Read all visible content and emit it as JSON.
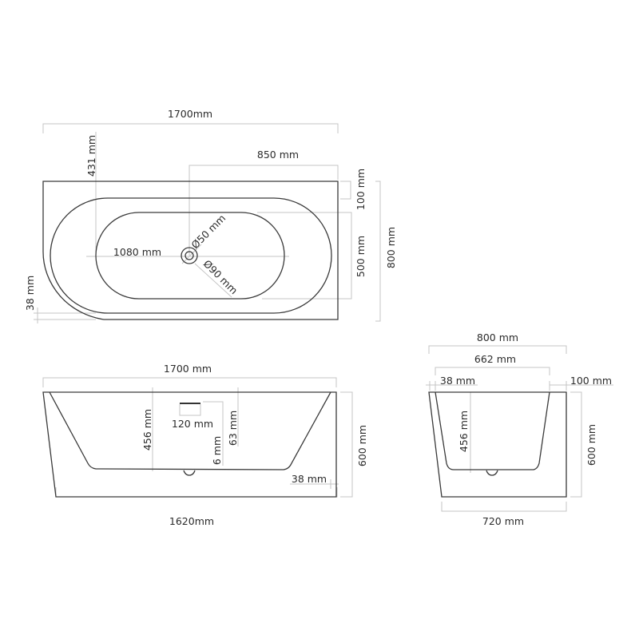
{
  "top_view": {
    "total_length": "1700mm",
    "drain_offset": "850 mm",
    "inner_length": "1080 mm",
    "top_offset": "431 mm",
    "rim_width": "100 mm",
    "inner_width": "500 mm",
    "total_width": "800 mm",
    "corner_radius_offset": "38 mm",
    "drain_small_diameter": "Ø50 mm",
    "drain_large_diameter": "Ø90 mm"
  },
  "side_view": {
    "top_length": "1700 mm",
    "bottom_length": "1620mm",
    "inner_depth": "456 mm",
    "overflow_width": "120 mm",
    "overflow_height": "63 mm",
    "overflow_thickness": "6 mm",
    "total_height": "600 mm",
    "wall_offset": "38 mm"
  },
  "end_view": {
    "top_width": "800 mm",
    "inner_width": "662 mm",
    "left_wall": "38 mm",
    "right_wall": "100 mm",
    "inner_depth": "456 mm",
    "total_height": "600 mm",
    "bottom_width": "720 mm"
  }
}
